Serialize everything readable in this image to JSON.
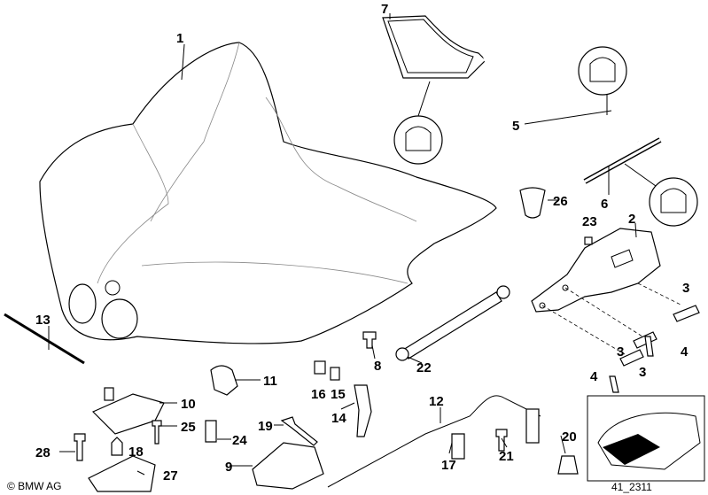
{
  "labels": {
    "l1": "1",
    "l2": "2",
    "l3a": "3",
    "l3b": "3",
    "l3c": "3",
    "l4a": "4",
    "l4b": "4",
    "l5": "5",
    "l6": "6",
    "l7": "7",
    "l8": "8",
    "l9": "9",
    "l10": "10",
    "l11": "11",
    "l12": "12",
    "l13": "13",
    "l14": "14",
    "l15": "15",
    "l16": "16",
    "l17": "17",
    "l18": "18",
    "l19": "19",
    "l20": "20",
    "l21": "21",
    "l22": "22",
    "l23": "23",
    "l24": "24",
    "l25": "25",
    "l26": "26",
    "l27": "27",
    "l28": "28"
  },
  "footer": {
    "copyright": "© BMW AG",
    "diagram_id": "41_2311"
  }
}
